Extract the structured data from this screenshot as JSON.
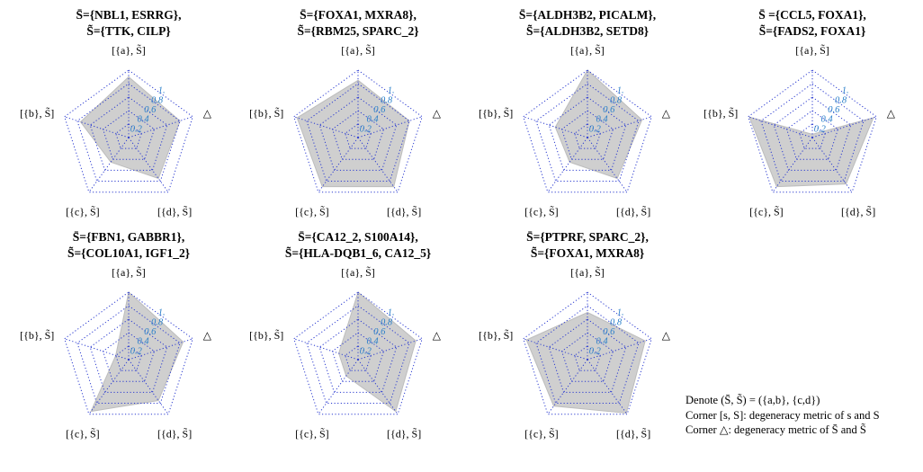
{
  "chart_data": [
    {
      "type": "radar",
      "title_line1": "S̄={NBL1, ESRRG},",
      "title_line2": "S̃={TTK, CILP}",
      "axes": [
        "[{a}, S̃]",
        "△",
        "[{d}, S̃]",
        "[{c}, S̃]",
        "[{b}, S̃]"
      ],
      "ticks": [
        "1.",
        "0.8",
        "0.6",
        "0.4",
        "0.2"
      ],
      "rlim": [
        0,
        1
      ],
      "values": [
        0.9,
        0.8,
        0.75,
        0.45,
        0.75
      ]
    },
    {
      "type": "radar",
      "title_line1": "S̄={FOXA1, MXRA8},",
      "title_line2": "S̃={RBM25, SPARC_2}",
      "axes": [
        "[{a}, S̃]",
        "△",
        "[{d}, S̃]",
        "[{c}, S̃]",
        "[{b}, S̃]"
      ],
      "ticks": [
        "1.",
        "0.8",
        "0.6",
        "0.4",
        "0.2"
      ],
      "rlim": [
        0,
        1
      ],
      "values": [
        0.85,
        0.8,
        0.9,
        0.9,
        0.95
      ]
    },
    {
      "type": "radar",
      "title_line1": "S̄={ALDH3B2, PICALM},",
      "title_line2": "S̃={ALDH3B2, SETD8}",
      "axes": [
        "[{a}, S̃]",
        "△",
        "[{d}, S̃]",
        "[{c}, S̃]",
        "[{b}, S̃]"
      ],
      "ticks": [
        "1.",
        "0.8",
        "0.6",
        "0.4",
        "0.2"
      ],
      "rlim": [
        0,
        1
      ],
      "values": [
        1.0,
        0.85,
        0.75,
        0.45,
        0.5
      ]
    },
    {
      "type": "radar",
      "title_line1": "S̄ ={CCL5, FOXA1},",
      "title_line2": "S̃={FADS2, FOXA1}",
      "axes": [
        "[{a}, S̃]",
        "△",
        "[{d}, S̃]",
        "[{c}, S̃]",
        "[{b}, S̃]"
      ],
      "ticks": [
        "1.",
        "0.8",
        "0.6",
        "0.4",
        "0.2"
      ],
      "rlim": [
        0,
        1
      ],
      "values": [
        0.05,
        0.95,
        0.85,
        0.9,
        0.98
      ]
    },
    {
      "type": "radar",
      "title_line1": "S̄={FBN1, GABBR1},",
      "title_line2": "S̃={COL10A1, IGF1_2}",
      "axes": [
        "[{a}, S̃]",
        "△",
        "[{d}, S̃]",
        "[{c}, S̃]",
        "[{b}, S̃]"
      ],
      "ticks": [
        "1.",
        "0.8",
        "0.6",
        "0.4",
        "0.2"
      ],
      "rlim": [
        0,
        1
      ],
      "values": [
        1.0,
        0.85,
        0.75,
        0.95,
        0.2
      ]
    },
    {
      "type": "radar",
      "title_line1": "S̄={CA12_2, S100A14},",
      "title_line2": "S̃={HLA-DQB1_6, CA12_5}",
      "axes": [
        "[{a}, S̃]",
        "△",
        "[{d}, S̃]",
        "[{c}, S̃]",
        "[{b}, S̃]"
      ],
      "ticks": [
        "1.",
        "0.8",
        "0.6",
        "0.4",
        "0.2"
      ],
      "rlim": [
        0,
        1
      ],
      "values": [
        1.0,
        0.9,
        0.95,
        0.3,
        0.3
      ]
    },
    {
      "type": "radar",
      "title_line1": "S̄={PTPRF, SPARC_2},",
      "title_line2": "S̃={FOXA1, MXRA8}",
      "axes": [
        "[{a}, S̃]",
        "△",
        "[{d}, S̃]",
        "[{c}, S̃]",
        "[{b}, S̃]"
      ],
      "ticks": [
        "1.",
        "0.8",
        "0.6",
        "0.4",
        "0.2"
      ],
      "rlim": [
        0,
        1
      ],
      "values": [
        0.7,
        0.9,
        0.98,
        0.85,
        0.95
      ]
    }
  ],
  "note": {
    "line1": "Denote (S̄, S̃) = ({a,b}, {c,d})",
    "line2": "Corner [s, S]: degeneracy metric of s and S",
    "line3": "Corner △: degeneracy metric of S̄ and S̃"
  },
  "colors": {
    "fill": "#cfcfcf",
    "grid": "#2b3bd0",
    "tick": "#2a7fc9"
  }
}
